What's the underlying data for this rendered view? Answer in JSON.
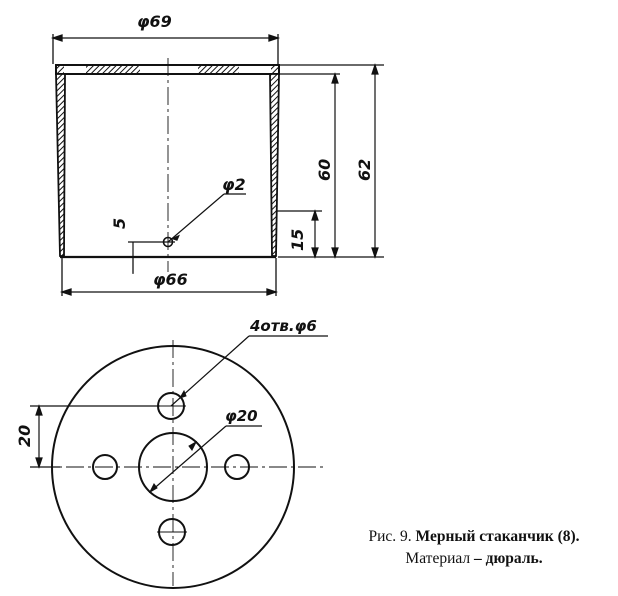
{
  "dimensions": {
    "top_outer_diameter": "φ69",
    "hole_diameter": "φ2",
    "hole_height": "5",
    "bottom_diameter": "φ66",
    "inner_height": "60",
    "total_height": "62",
    "lower_band_height": "15",
    "four_holes": "4отв.φ6",
    "center_hole_diameter": "φ20",
    "hole_offset": "20"
  },
  "caption": {
    "fig": "Рис. 9.",
    "title": "Мерный стаканчик (8).",
    "material_label": "Материал",
    "dash": " – ",
    "material": "дюраль."
  }
}
